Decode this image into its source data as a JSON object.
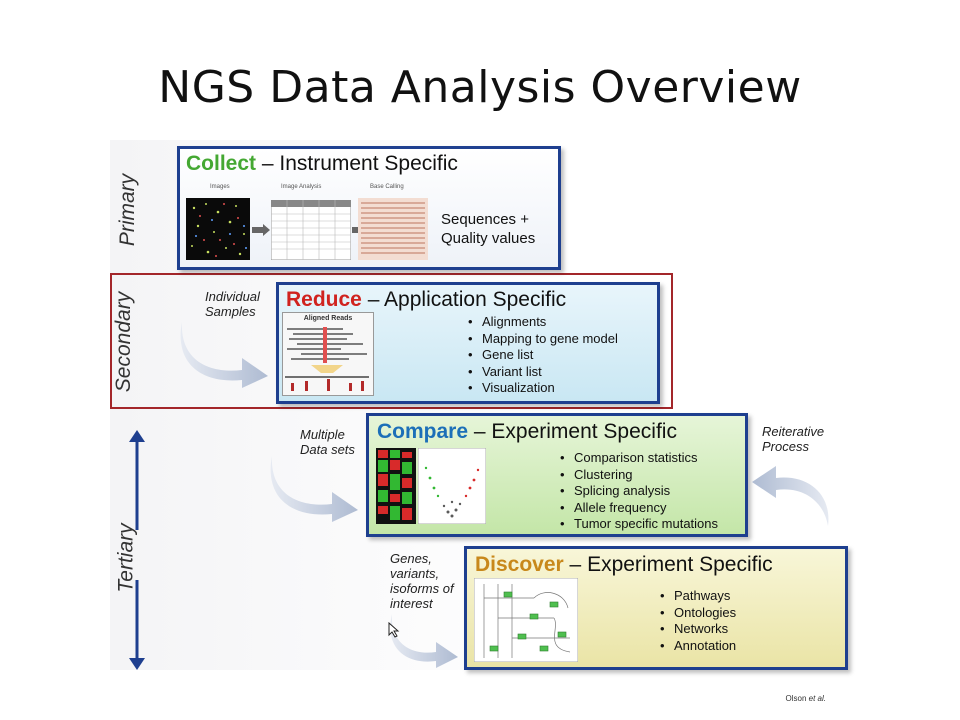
{
  "title": "NGS Data Analysis Overview",
  "stages": {
    "primary": "Primary",
    "secondary": "Secondary",
    "tertiary": "Tertiary"
  },
  "collect": {
    "keyword": "Collect",
    "subtitle": " – Instrument Specific",
    "labels": [
      "Images",
      "Image Analysis",
      "Base Calling"
    ],
    "output": "Sequences +\nQuality values"
  },
  "reduce": {
    "keyword": "Reduce",
    "subtitle": " – Application Specific",
    "image_label": "Aligned Reads",
    "items": [
      "Alignments",
      "Mapping to gene model",
      "Gene list",
      "Variant list",
      "Visualization"
    ]
  },
  "compare": {
    "keyword": "Compare",
    "subtitle": " – Experiment Specific",
    "items": [
      "Comparison statistics",
      "Clustering",
      "Splicing analysis",
      "Allele frequency",
      "Tumor specific mutations"
    ]
  },
  "discover": {
    "keyword": "Discover",
    "subtitle": " – Experiment Specific",
    "items": [
      "Pathways",
      "Ontologies",
      "Networks",
      "Annotation"
    ]
  },
  "notes": {
    "individual": "Individual\nSamples",
    "multiple": "Multiple\nData sets",
    "reiterative": "Reiterative\nProcess",
    "genes": "Genes,\nvariants,\nisoforms of\ninterest"
  },
  "credit": {
    "author": "Olson ",
    "etal": "et al."
  },
  "colors": {
    "collect_keyword": "#44a832",
    "reduce_keyword": "#d0231f",
    "compare_keyword": "#1c6fb8",
    "discover_keyword": "#c8881b",
    "highlight_border": "#a3262a",
    "panel_border": "#1e3f8f"
  }
}
